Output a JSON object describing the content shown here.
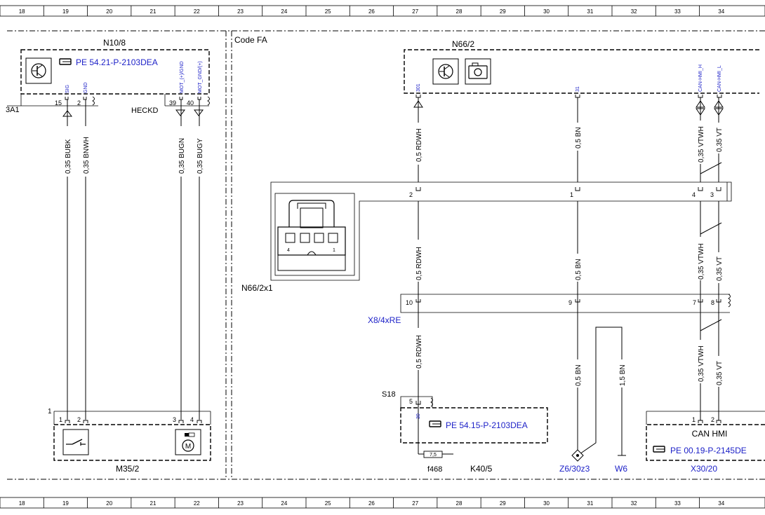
{
  "colors": {
    "link": "#1e22c8",
    "line": "#000000"
  },
  "ruler": [
    "18",
    "19",
    "20",
    "21",
    "22",
    "23",
    "24",
    "25",
    "26",
    "27",
    "28",
    "29",
    "30",
    "31",
    "32",
    "33",
    "34"
  ],
  "left_module": {
    "title": "N10/8",
    "ref": "PE 54.21-P-2103DEA",
    "pin_names": [
      "SIG",
      "GND",
      "MOT_(+)/GND",
      "MOT_GND/(+)"
    ],
    "pins": [
      "15",
      "2",
      "39",
      "40"
    ],
    "left_label": "3A1",
    "heckd_label": "HECKD",
    "wires": [
      "0,35 BUBK",
      "0,35 BNWH",
      "0,35 BUGN",
      "0,35 BUGY"
    ]
  },
  "m35": {
    "label": "M35/2",
    "num": "1",
    "pins": [
      "1",
      "2",
      "3",
      "4"
    ]
  },
  "right": {
    "code_label": "Code FA",
    "n66_title": "N66/2",
    "top_pins": [
      "301",
      "31",
      "CAN-HMI_H",
      "CAN-HMI_L"
    ],
    "wires_a": [
      "0,5 RDWH",
      "0,5 BN",
      "0,35 VTWH",
      "0,35 VT"
    ],
    "conn1_label": "N66/2x1",
    "conn1_pins": [
      "2",
      "1",
      "4",
      "3"
    ],
    "conn1_img_pins": [
      "4",
      "1"
    ],
    "wires_b": [
      "0,5 RDWH",
      "0,5 BN",
      "0,35 VTWH",
      "0,35 VT"
    ],
    "conn2_label": "X8/4xRE",
    "conn2_pins": [
      "10",
      "9",
      "7",
      "8"
    ],
    "wires_c": [
      "0,5 RDWH",
      "0,5 BN",
      "1,5 BN",
      "0,35 VTWH",
      "0,35 VT"
    ],
    "s18_label": "S18",
    "s18_pin": "5",
    "s18_pin2": "30",
    "ref_middle": "PE 54.15-P-2103DEA",
    "fuse_value": "7,5",
    "fuse_label": "f468",
    "k40_label": "K40/5",
    "z6_label": "Z6/30z3",
    "w6_label": "W6",
    "can_label": "CAN HMI",
    "can_pins": [
      "1",
      "2"
    ],
    "ref_right": "PE 00.19-P-2145DE",
    "x30_label": "X30/20"
  }
}
